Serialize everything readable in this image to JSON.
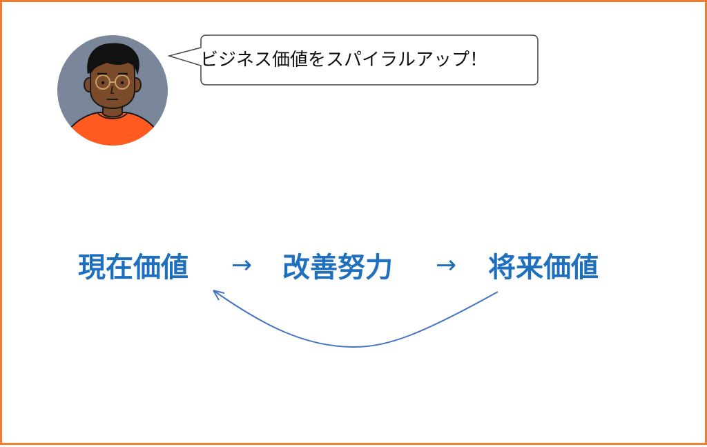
{
  "speech": {
    "text": "ビジネス価値をスパイラルアップ！"
  },
  "flow": {
    "current_value": "現在価値",
    "arrow_1": "→",
    "improvement": "改善努力",
    "arrow_2": "→",
    "future_value": "将来価値"
  },
  "colors": {
    "frame_border": "#ED7D31",
    "term_text": "#1F6FBF",
    "curve_stroke": "#4472C4",
    "avatar_background": "#7A8699",
    "avatar_shirt": "#FF5A1F",
    "avatar_skin": "#7A4A2A"
  },
  "icons": {
    "avatar": "person-avatar-icon"
  }
}
